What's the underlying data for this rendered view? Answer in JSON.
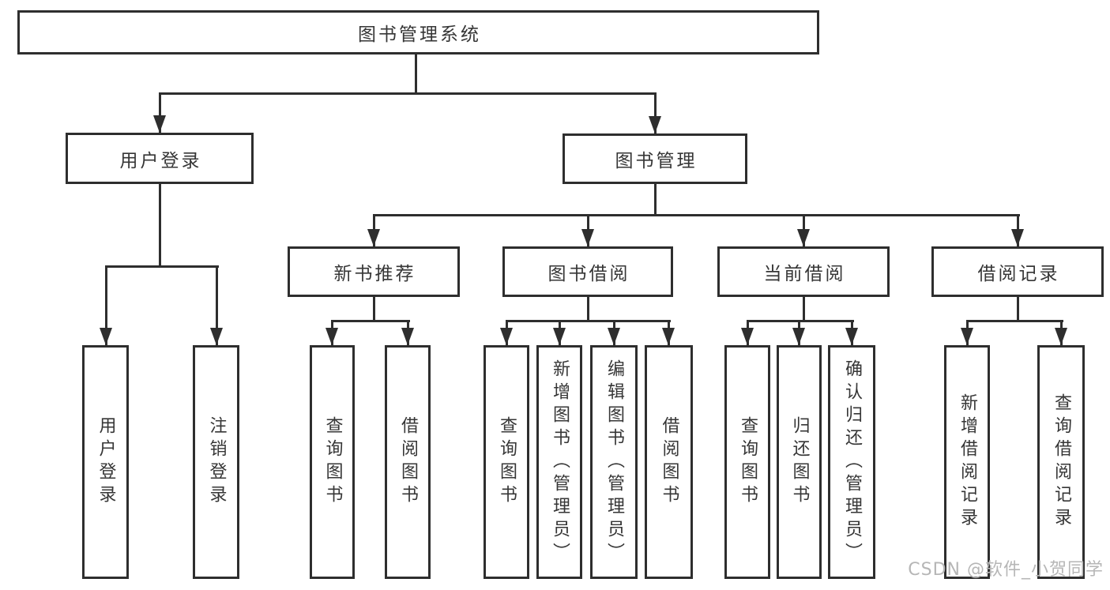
{
  "diagram": {
    "type": "hierarchy-tree",
    "colors": {
      "line": "#2e2e2e",
      "box_border": "#2e2e2e",
      "box_background": "#ffffff",
      "text": "#363636",
      "watermark": "#b6b6b6"
    },
    "watermark": "CSDN @软件_小贺同学",
    "tree": {
      "label": "图书管理系统",
      "children": [
        {
          "label": "用户登录",
          "children": [
            {
              "label": "用户登录"
            },
            {
              "label": "注销登录"
            }
          ]
        },
        {
          "label": "图书管理",
          "children": [
            {
              "label": "新书推荐",
              "children": [
                {
                  "label": "查询图书"
                },
                {
                  "label": "借阅图书"
                }
              ]
            },
            {
              "label": "图书借阅",
              "children": [
                {
                  "label": "查询图书"
                },
                {
                  "label": "新增图书（管理员）"
                },
                {
                  "label": "编辑图书（管理员）"
                },
                {
                  "label": "借阅图书"
                }
              ]
            },
            {
              "label": "当前借阅",
              "children": [
                {
                  "label": "查询图书"
                },
                {
                  "label": "归还图书"
                },
                {
                  "label": "确认归还（管理员）"
                }
              ]
            },
            {
              "label": "借阅记录",
              "children": [
                {
                  "label": "新增借阅记录"
                },
                {
                  "label": "查询借阅记录"
                }
              ]
            }
          ]
        }
      ]
    }
  }
}
